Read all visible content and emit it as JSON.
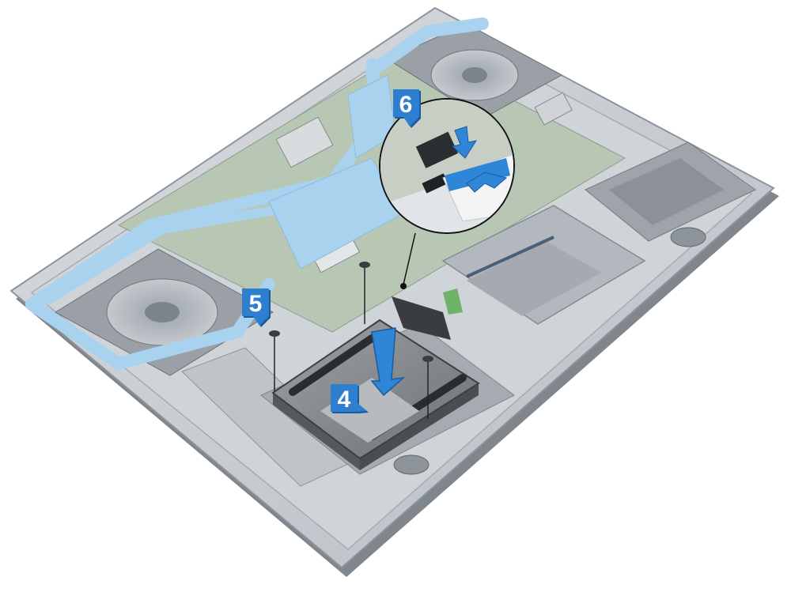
{
  "callouts": {
    "step4": "4",
    "step5": "5",
    "step6": "6"
  },
  "colors": {
    "callout_fill": "#2f7fd0",
    "callout_shadow": "#1a5a9e",
    "heatpipe": "#a9d2ee",
    "chassis": "#c9ced3",
    "chassis_edge": "#8d949b",
    "hdd_bracket": "#7a7e82",
    "board": "#b8c7b4",
    "arrow": "#2f86d6"
  },
  "icons": [
    "screw-icon",
    "push-arrow-icon",
    "zoom-circle-icon"
  ]
}
